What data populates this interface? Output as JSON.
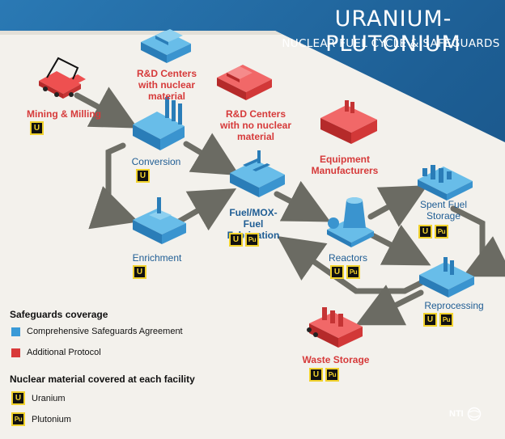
{
  "title": "URANIUM-PLUTONIUM",
  "subtitle": "NUCLEAR FUEL CYCLE & SAFEGUARDS",
  "colors": {
    "comprehensive": "#3a9ad7",
    "additional": "#d83a3a",
    "badge_border": "#f1d22d",
    "plate": "#f4f2ee"
  },
  "nodes": {
    "mining": {
      "label": "Mining & Milling",
      "badges": [
        "U"
      ]
    },
    "rd_nuclear": {
      "label": "R&D Centers with nuclear material"
    },
    "rd_no_nuclear": {
      "label": "R&D Centers with no nuclear material"
    },
    "conversion": {
      "label": "Conversion",
      "badges": [
        "U"
      ]
    },
    "equipment": {
      "label": "Equipment Manufacturers"
    },
    "fuel_fab": {
      "label": "Fuel/MOX-Fuel Fabrication",
      "badges": [
        "U",
        "Pu"
      ]
    },
    "spent_fuel": {
      "label": "Spent Fuel Storage",
      "badges": [
        "U",
        "Pu"
      ]
    },
    "enrichment": {
      "label": "Enrichment",
      "badges": [
        "U"
      ]
    },
    "reactors": {
      "label": "Reactors",
      "badges": [
        "U",
        "Pu"
      ]
    },
    "reprocessing": {
      "label": "Reprocessing",
      "badges": [
        "U",
        "Pu"
      ]
    },
    "waste": {
      "label": "Waste Storage",
      "badges": [
        "U",
        "Pu"
      ]
    }
  },
  "legend": {
    "coverage_title": "Safeguards coverage",
    "comprehensive": "Comprehensive Safeguards Agreement",
    "additional": "Additional Protocol",
    "material_title": "Nuclear material covered at each facility",
    "uranium_symbol": "U",
    "uranium": "Uranium",
    "plutonium_symbol": "Pu",
    "plutonium": "Plutonium"
  },
  "logo": {
    "text": "NTI",
    "icon": "globe-icon"
  }
}
